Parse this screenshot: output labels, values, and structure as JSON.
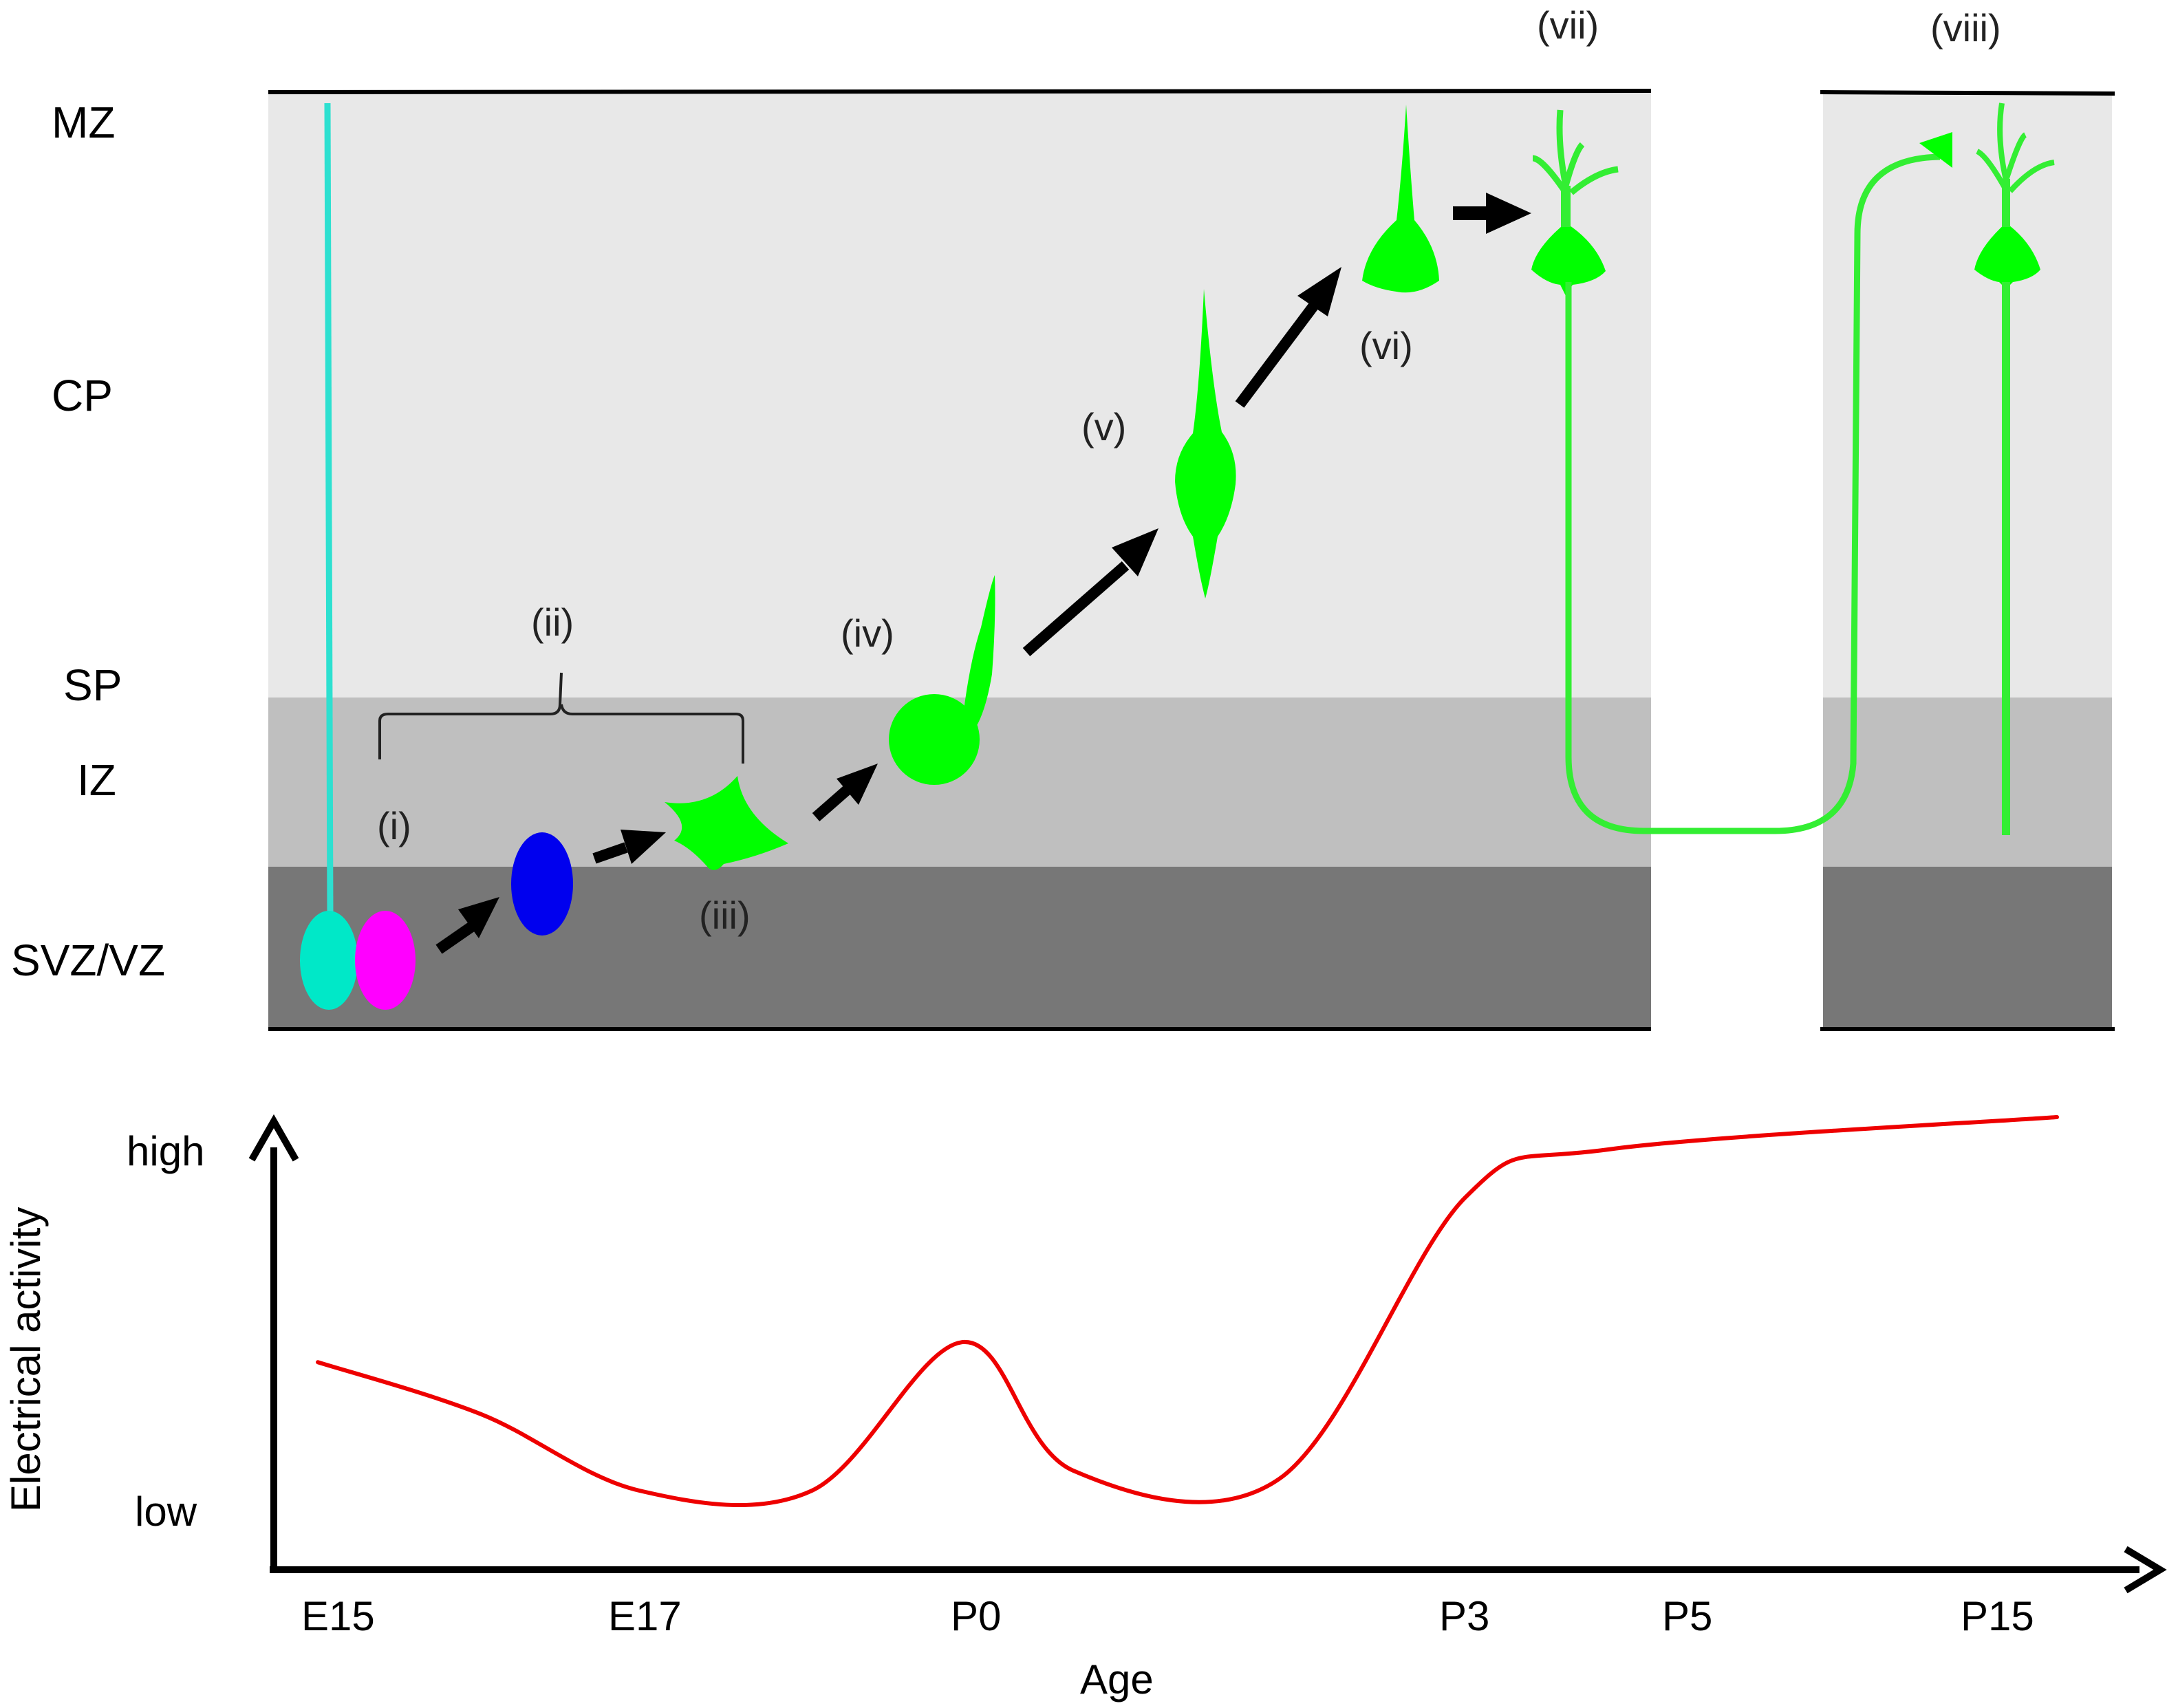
{
  "colors": {
    "mz_cp_sp": "#e8e8e8",
    "iz": "#bfbfbf",
    "svz_vz": "#777777",
    "radial_glia": "#2de0d0",
    "radial_glia_soma": "#00e8c8",
    "progenitor": "#ff00ff",
    "intermediate": "#0000ee",
    "neuron": "#00ff00",
    "neuron_process": "#33ee33",
    "arrow": "#000000",
    "activity_curve": "#ee0000"
  },
  "zones": {
    "mz": "MZ",
    "cp": "CP",
    "sp": "SP",
    "iz": "IZ",
    "svz_vz": "SVZ/VZ"
  },
  "stages": [
    "(i)",
    "(ii)",
    "(iii)",
    "(iv)",
    "(v)",
    "(vi)",
    "(vii)",
    "(viii)"
  ],
  "icons": {
    "radial_glia": "radial-glia-cell-icon",
    "progenitor": "progenitor-cell-icon",
    "intermediate": "intermediate-progenitor-icon",
    "multipolar": "multipolar-neuron-icon",
    "bipolar": "bipolar-neuron-icon",
    "locomoting": "locomoting-neuron-icon",
    "pyramidal": "pyramidal-neuron-icon",
    "arrow": "arrow-icon",
    "brace": "brace-icon"
  },
  "chart_data": {
    "type": "line",
    "xlabel": "Age",
    "ylabel": "Electrical activity",
    "x_ticks": [
      "E15",
      "E17",
      "P0",
      "P3",
      "P5",
      "P15"
    ],
    "y_ticks": [
      "low",
      "high"
    ],
    "series": [
      {
        "values": [
          {
            "x": "E15",
            "y": 0.39
          },
          {
            "x": "E16",
            "y": 0.26
          },
          {
            "x": "E17",
            "y": 0.07
          },
          {
            "x": "E18",
            "y": 0.07
          },
          {
            "x": "P0",
            "y": 0.44
          },
          {
            "x": "P1",
            "y": 0.12
          },
          {
            "x": "P2",
            "y": 0.1
          },
          {
            "x": "P3",
            "y": 0.8
          },
          {
            "x": "P5",
            "y": 0.92
          },
          {
            "x": "P15",
            "y": 1.0
          }
        ]
      }
    ]
  }
}
